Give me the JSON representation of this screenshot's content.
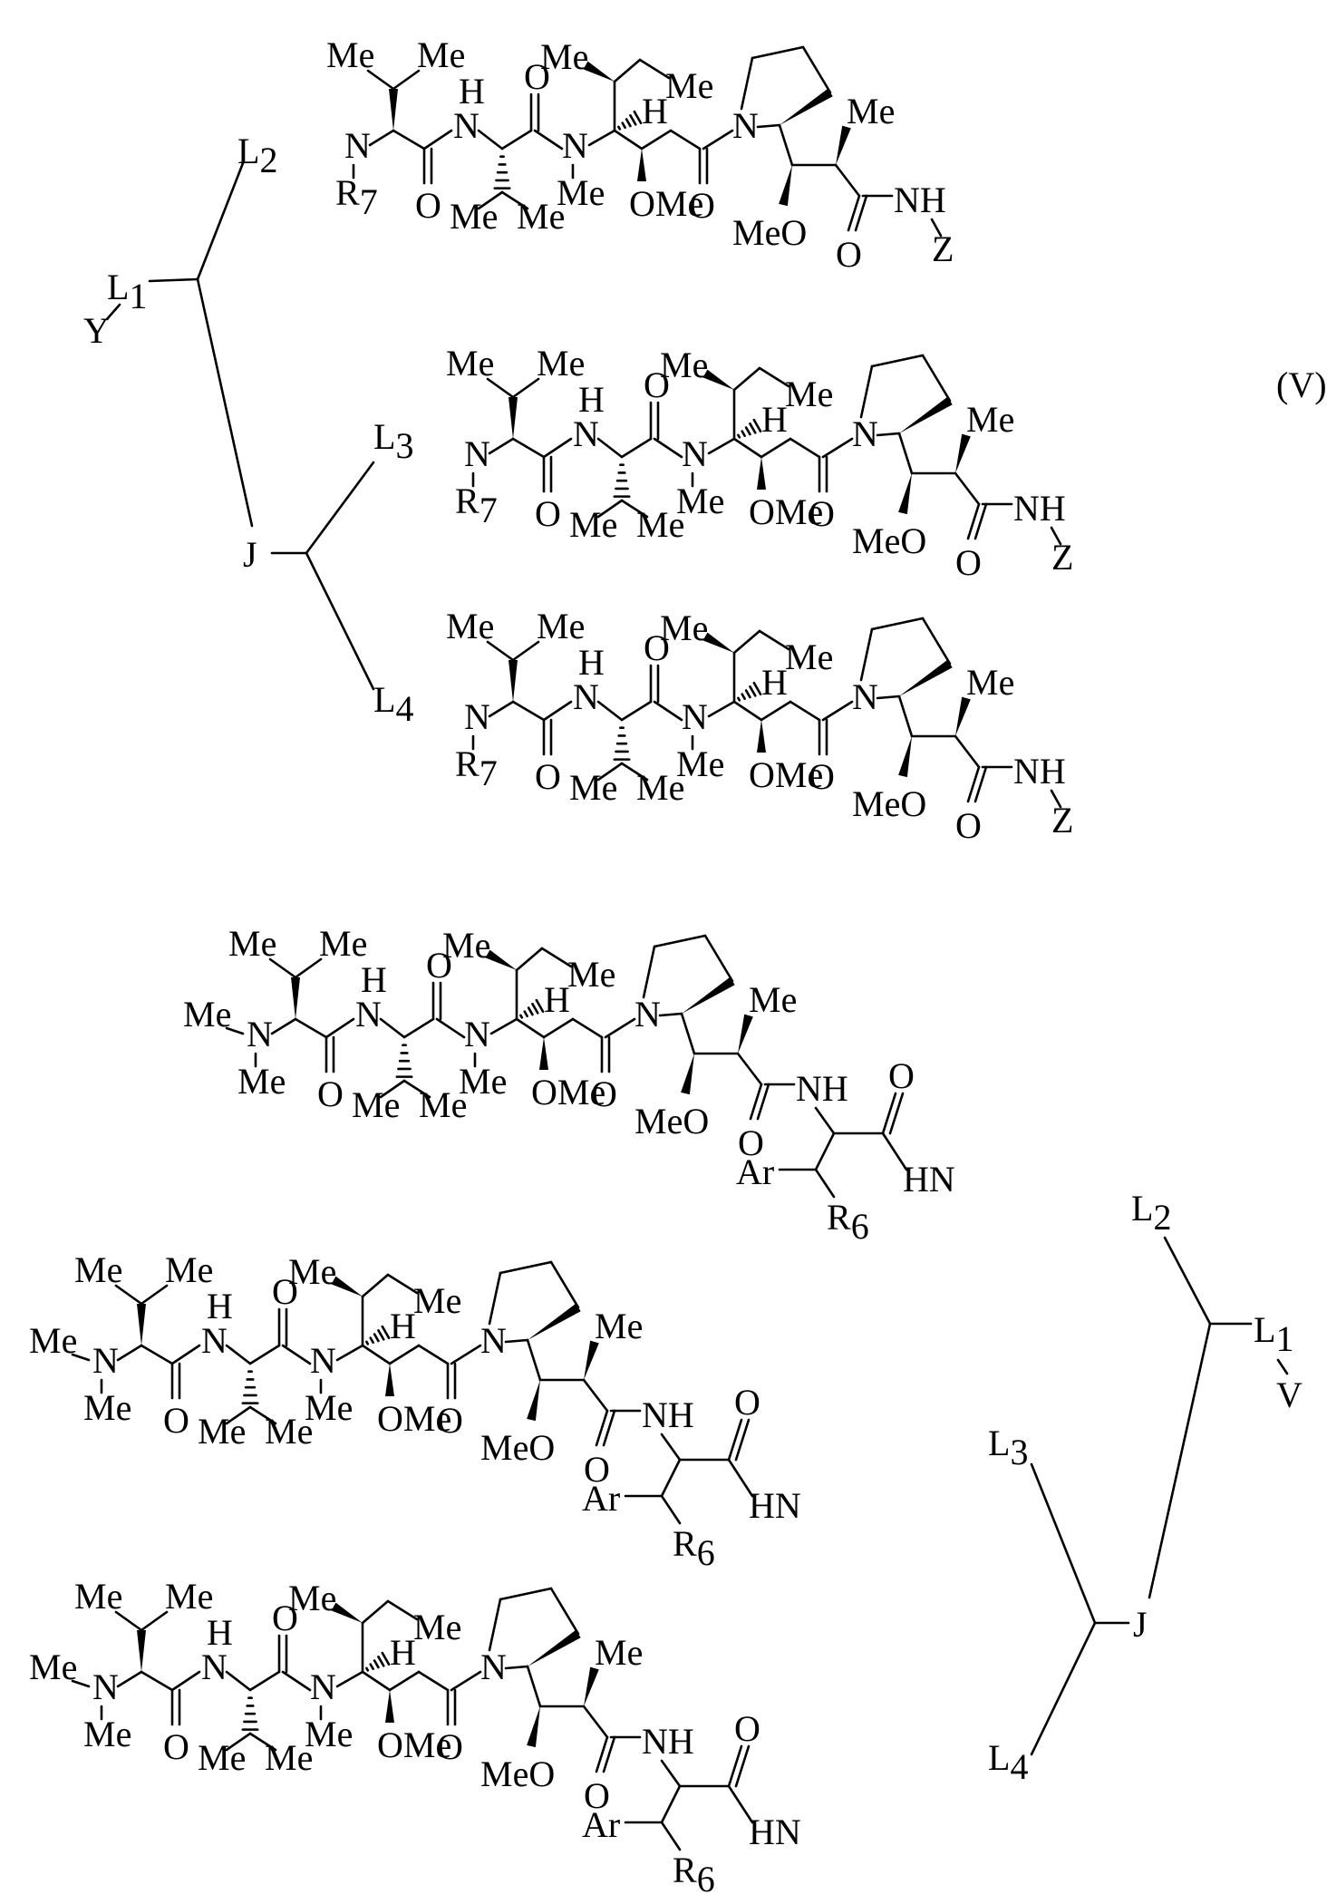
{
  "formula_label": "(V)",
  "atoms": {
    "me": "Me",
    "ome": "OMe",
    "meo": "MeO",
    "n": "N",
    "h": "H",
    "nh": "NH",
    "hn": "HN",
    "o": "O",
    "z": "Z",
    "y": "Y",
    "v": "V",
    "j": "J",
    "l": "L",
    "r": "R",
    "ar": "Ar"
  },
  "subscripts": {
    "l1": "1",
    "l2": "2",
    "l3": "3",
    "l4": "4",
    "r6": "6",
    "r7": "7"
  },
  "colors": {
    "ink": "#000000",
    "paper": "#ffffff"
  }
}
